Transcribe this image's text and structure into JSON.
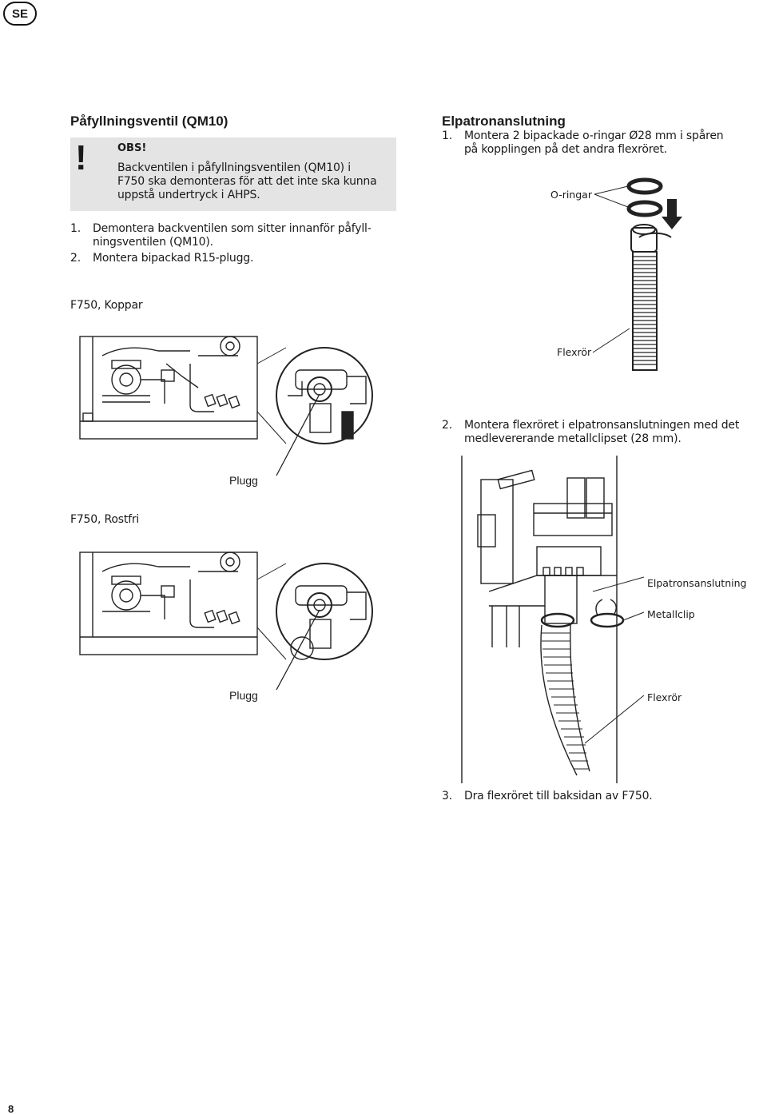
{
  "language_badge": "SE",
  "left": {
    "title": "Påfyllningsventil (QM10)",
    "obs": {
      "mark": "!",
      "title": "OBS!",
      "lines": [
        "Backventilen i påfyllningsventilen (QM10) i",
        "F750 ska demonteras för att det inte ska kunna",
        "uppstå undertryck i AHPS."
      ]
    },
    "steps": [
      {
        "num": "1.",
        "lines": [
          "Demontera backventilen som sitter innanför påfyll-",
          "ningsventilen (QM10)."
        ]
      },
      {
        "num": "2.",
        "lines": [
          "Montera bipackad R15-plugg."
        ]
      }
    ],
    "figure1": {
      "caption": "F750, Koppar",
      "label": "Plugg"
    },
    "figure2": {
      "caption": "F750, Rostfri",
      "label": "Plugg"
    }
  },
  "right": {
    "title": "Elpatronanslutning",
    "step1": {
      "num": "1.",
      "lines": [
        "Montera 2 bipackade o-ringar Ø28 mm i spåren",
        "på kopplingen på det andra flexröret."
      ]
    },
    "figure1": {
      "label_orings": "O-ringar",
      "label_flex": "Flexrör"
    },
    "step2": {
      "num": "2.",
      "lines": [
        "Montera flexröret i elpatronsanslutningen med det",
        "medlevererande metallclipset (28 mm)."
      ]
    },
    "figure2": {
      "label_connection": "Elpatronsanslutning",
      "label_clip": "Metallclip",
      "label_flex": "Flexrör"
    },
    "step3": {
      "num": "3.",
      "lines": [
        "Dra flexröret till baksidan av F750."
      ]
    }
  },
  "page_number": "8"
}
